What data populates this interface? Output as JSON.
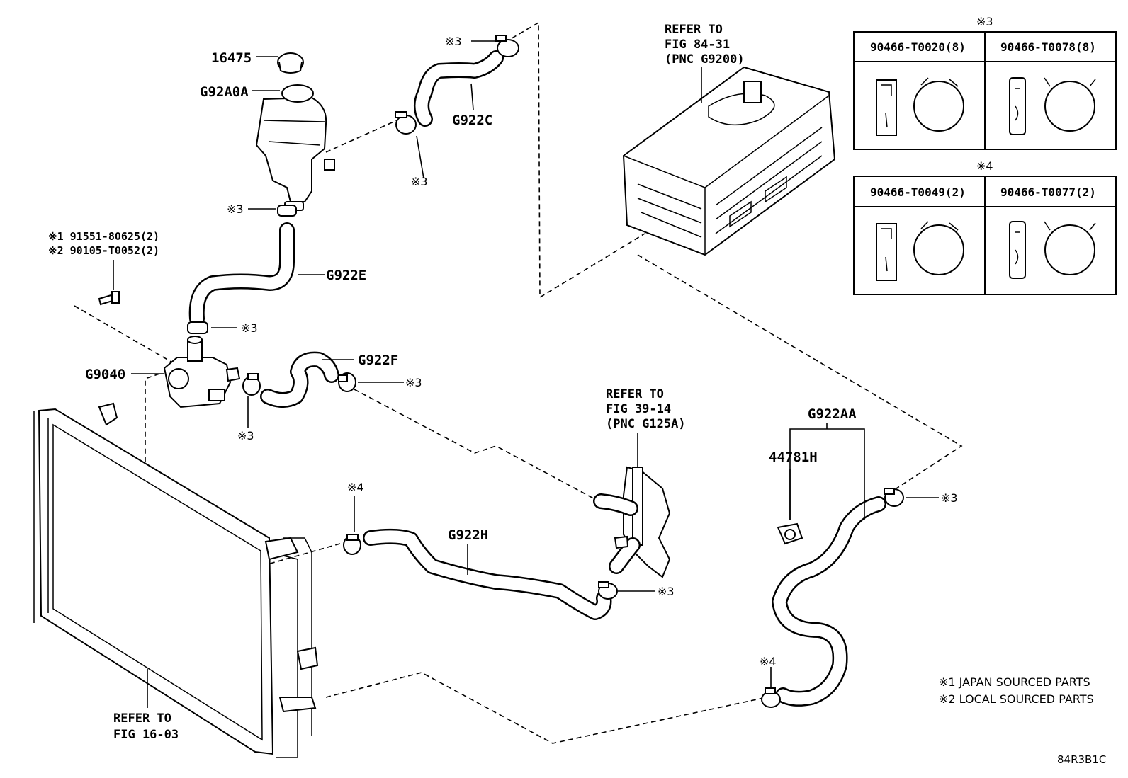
{
  "labels": {
    "p16475": "16475",
    "g92a0a": "G92A0A",
    "g922c": "G922C",
    "g922e": "G922E",
    "g922f": "G922F",
    "g9040": "G9040",
    "g922h": "G922H",
    "g922aa": "G922AA",
    "p44781h": "44781H",
    "bolt_line1": "※1 91551-80625(2)",
    "bolt_line2": "※2 90105-T0052(2)",
    "ref_inverter": [
      "REFER TO",
      "FIG 84-31",
      "(PNC G9200)"
    ],
    "ref_reservoir": [
      "REFER TO",
      "FIG 39-14",
      "(PNC G125A)"
    ],
    "ref_radiator": [
      "REFER TO",
      "FIG 16-03"
    ],
    "mark3": "※3",
    "mark4": "※4"
  },
  "clamp_table_3": {
    "title": "※3",
    "col1": "90466-T0020(8)",
    "col2": "90466-T0078(8)"
  },
  "clamp_table_4": {
    "title": "※4",
    "col1": "90466-T0049(2)",
    "col2": "90466-T0077(2)"
  },
  "notes": {
    "note1": "※1 JAPAN SOURCED PARTS",
    "note2": "※2 LOCAL SOURCED PARTS"
  },
  "figure_code": "84R3B1C"
}
